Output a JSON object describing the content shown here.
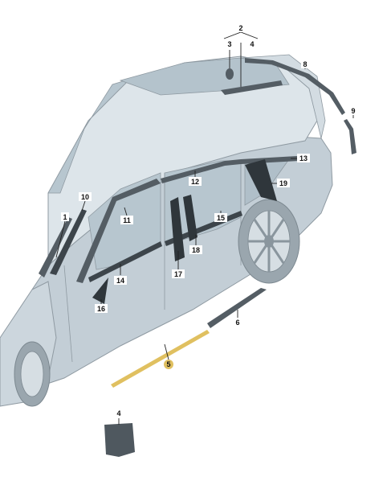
{
  "diagram": {
    "colors": {
      "body_fill": "#c3ced6",
      "body_light": "#dde5ea",
      "glass": "#b7c6cf",
      "trim": "#545d64",
      "trim_dark": "#2f363b",
      "highlight_part": "#e0c060",
      "outline": "#8f9aa2"
    },
    "callouts": [
      {
        "id": "callout-1",
        "text": "1"
      },
      {
        "id": "callout-10",
        "text": "10"
      },
      {
        "id": "callout-11",
        "text": "11"
      },
      {
        "id": "callout-12",
        "text": "12"
      },
      {
        "id": "callout-13",
        "text": "13"
      },
      {
        "id": "callout-14",
        "text": "14"
      },
      {
        "id": "callout-15",
        "text": "15"
      },
      {
        "id": "callout-16",
        "text": "16"
      },
      {
        "id": "callout-17",
        "text": "17"
      },
      {
        "id": "callout-18",
        "text": "18"
      },
      {
        "id": "callout-19",
        "text": "19"
      },
      {
        "id": "callout-2",
        "text": "2"
      },
      {
        "id": "callout-3",
        "text": "3"
      },
      {
        "id": "callout-4-top",
        "text": "4"
      },
      {
        "id": "callout-4-bottom",
        "text": "4"
      },
      {
        "id": "callout-5",
        "text": "5"
      },
      {
        "id": "callout-6",
        "text": "6"
      },
      {
        "id": "callout-8",
        "text": "8"
      },
      {
        "id": "callout-9",
        "text": "9"
      }
    ]
  }
}
